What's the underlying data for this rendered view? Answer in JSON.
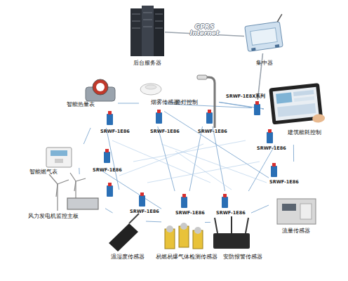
{
  "diagram": {
    "nodes": [
      {
        "text": [
          "后台服务器"
        ]
      },
      {
        "text": [
          "集中器"
        ]
      },
      {
        "text": [
          "智能热量表",
          "SRWF-1E86"
        ]
      },
      {
        "text": [
          "烟雾传感器",
          "SRWF-1E86"
        ]
      },
      {
        "text": [
          "路灯控制",
          "SRWF-1E86"
        ]
      },
      {
        "text": [
          "SRWF-1E8X系列"
        ]
      },
      {
        "text": [
          "建筑能耗控制",
          "SRWF-1E86"
        ]
      },
      {
        "text": [
          "智能燃气表",
          "SRWF-1E86"
        ]
      },
      {
        "text": [
          "风力发电机监控主板"
        ]
      },
      {
        "text": [
          "流量传感器",
          "SRWF-1E86"
        ]
      },
      {
        "text": [
          "温湿度传感器",
          "SRWF-1E86"
        ]
      },
      {
        "text": [
          "易燃易爆气体检测传感器",
          "SRWF-1E86"
        ]
      },
      {
        "text": [
          "安防报警传感器",
          "SRWF-1E86"
        ]
      }
    ],
    "edges": [
      {
        "from": 0,
        "to": 1,
        "arrow": "none",
        "label": "GPRS Internet"
      },
      {
        "from": 1,
        "to": 5,
        "arrow": "none"
      },
      {
        "from": 5,
        "to": 4,
        "arrow": "none"
      },
      {
        "from": 5,
        "to": 6,
        "arrow": "none"
      },
      {
        "from": 5,
        "to": 3,
        "arrow": "none"
      },
      {
        "from": 4,
        "to": 3,
        "arrow": "none"
      },
      {
        "from": 3,
        "to": 2,
        "arrow": "none"
      },
      {
        "from": 2,
        "to": 7,
        "arrow": "none"
      },
      {
        "from": 7,
        "to": 8,
        "arrow": "none"
      },
      {
        "from": 8,
        "to": 10,
        "arrow": "none"
      },
      {
        "from": 10,
        "to": 11,
        "arrow": "none"
      },
      {
        "from": 11,
        "to": 12,
        "arrow": "none"
      },
      {
        "from": 12,
        "to": 9,
        "arrow": "none"
      },
      {
        "from": 9,
        "to": 6,
        "arrow": "none"
      },
      {
        "from": 6,
        "to": 4,
        "arrow": "none"
      },
      {
        "from": 2,
        "to": 10,
        "arrow": "none"
      },
      {
        "from": 3,
        "to": 11,
        "arrow": "none"
      },
      {
        "from": 4,
        "to": 12,
        "arrow": "none"
      },
      {
        "from": 7,
        "to": 11,
        "arrow": "none"
      },
      {
        "from": 6,
        "to": 12,
        "arrow": "none"
      },
      {
        "from": 3,
        "to": 9,
        "arrow": "none"
      },
      {
        "from": 4,
        "to": 11,
        "arrow": "none"
      }
    ]
  }
}
